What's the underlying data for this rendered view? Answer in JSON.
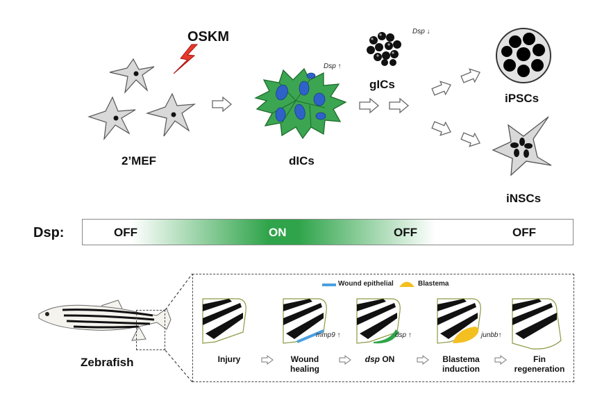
{
  "top": {
    "oskm": "OSKM",
    "mef": "2’MEF",
    "dics": "dICs",
    "gics": "gICs",
    "ipscs": "iPSCs",
    "inscs": "iNSCs",
    "dsp_up": "Dsp ↑",
    "dsp_down": "Dsp ↓"
  },
  "dsp_bar": {
    "label": "Dsp:",
    "states": [
      "OFF",
      "ON",
      "OFF",
      "OFF"
    ],
    "on_color": "#2fa44a"
  },
  "bottom": {
    "zebrafish": "Zebrafish",
    "legend": {
      "wound": "Wound epithelial",
      "blastema": "Blastema"
    },
    "steps": [
      {
        "line1": "Injury",
        "line2": ""
      },
      {
        "line1": "Wound",
        "line2": "healing"
      },
      {
        "line1": "dsp",
        "line2": "ON"
      },
      {
        "line1": "Blastema",
        "line2": "induction"
      },
      {
        "line1": "Fin",
        "line2": "regeneration"
      }
    ],
    "annotations": {
      "mmp9": "mmp9 ↑",
      "dsp": "dsp ↑",
      "junbb": "junbb↑"
    },
    "colors": {
      "wound": "#4a9fe0",
      "blastema": "#f3c021",
      "dsp": "#2fa44a"
    }
  }
}
